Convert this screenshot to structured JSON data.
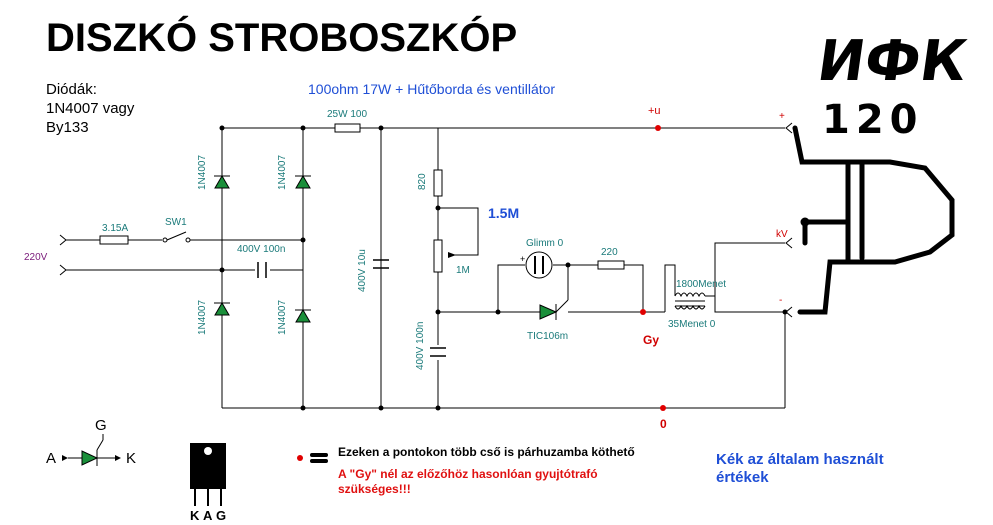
{
  "title": "DISZKÓ STROBOSZKÓP",
  "diodes_note": {
    "line1": "Diódák:",
    "line2": "1N4007  vagy",
    "line3": "By133"
  },
  "resistor_note": "100ohm 17W + Hűtőborda és ventillátor",
  "handwritten": {
    "line1": "ИФК",
    "line2": "120"
  },
  "components": {
    "r_series": "25W 100",
    "fuse": "3.15A",
    "switch": "SW1",
    "mains": "220V",
    "diode_label": "1N4007",
    "cap_mid": "400V 100n",
    "cap_bulk": "400V 10u",
    "r_820": "820",
    "pot_value": "1.5M",
    "pot_label": "1M",
    "glimm": "Glimm 0",
    "r_220": "220",
    "thyristor": "TIC106m",
    "trafo_secondary": "1800Menet",
    "trafo_primary": "35Menet 0",
    "cap_trigger": "400V 100n"
  },
  "nodes": {
    "plus_u": "+u",
    "zero": "0",
    "gy": "Gy",
    "kv": "kV",
    "plus": "+",
    "minus": "-"
  },
  "legend": {
    "thyristor_g": "G",
    "thyristor_a": "A",
    "thyristor_k": "K",
    "package_pins": [
      "K",
      "A",
      "G"
    ],
    "parallel_note": "Ezeken a pontokon több cső is párhuzamba köthető",
    "gy_note_1": "A \"Gy\" nél az előzőhöz hasonlóan gyujtótrafó",
    "gy_note_2": "szükséges!!!",
    "blue_note_1": "Kék az általam használt",
    "blue_note_2": "értékek"
  },
  "colors": {
    "wire": "#000000",
    "component": "#1a7a7a",
    "diode_fill": "#1a8f3a",
    "blue_text": "#1f4fd6",
    "red": "#d00000"
  }
}
